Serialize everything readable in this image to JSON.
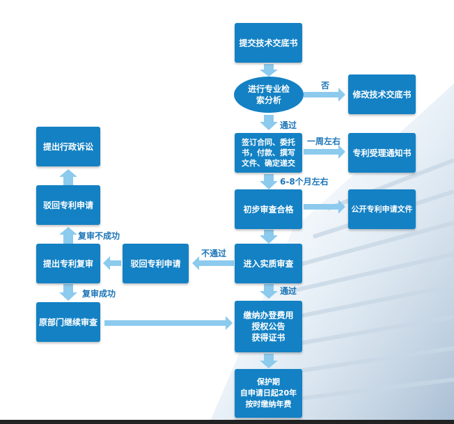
{
  "nodes": {
    "submit": "提交技术交底书",
    "analysis": "进行专业检\n索分析",
    "modify": "修改技术交底书",
    "contract": "签订合同、委托\n书，付款、撰写\n文件、确定递交",
    "notice": "专利受理通知书",
    "prelim": "初步审查合格",
    "publish": "公开专利申请文件",
    "substantive": "进入实质审查",
    "reject_mid": "驳回专利申请",
    "review": "提出专利复审",
    "reject_top": "驳回专利申请",
    "admin": "提出行政诉讼",
    "continue": "原部门继续审查",
    "fee": "缴纳办登费用\n授权公告\n获得证书",
    "protect": "保护期\n自申请日起20年\n按时缴纳年费"
  },
  "labels": {
    "no": "否",
    "pass1": "通过",
    "week": "一周左右",
    "months": "6-8个月左右",
    "fail": "不通过",
    "review_fail": "复审不成功",
    "review_ok": "复审成功",
    "pass2": "通过"
  },
  "colors": {
    "node": "#1381c4",
    "arrow": "#8ccaee",
    "label": "#1b74b8"
  }
}
